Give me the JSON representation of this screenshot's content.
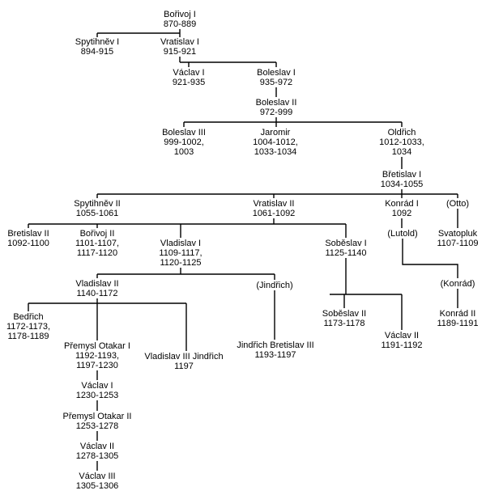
{
  "figure": {
    "type": "family-tree",
    "subject": "Premyslid rulers of Bohemia genealogy",
    "background_color": "#ffffff",
    "line_color": "#000000",
    "text_color": "#000000"
  },
  "nodes": {
    "borivoj_i": {
      "name": "Bořivoj I",
      "years": "870-889"
    },
    "spytihnev_i": {
      "name": "Spytihněv I",
      "years": "894-915"
    },
    "vratislav_i": {
      "name": "Vratislav I",
      "years": "915-921"
    },
    "vaclav_i": {
      "name": "Václav I",
      "years": "921-935"
    },
    "boleslav_i": {
      "name": "Boleslav I",
      "years": "935-972"
    },
    "boleslav_ii": {
      "name": "Boleslav II",
      "years": "972-999"
    },
    "boleslav_iii": {
      "name": "Boleslav III",
      "years": "999-1002,",
      "years2": "1003"
    },
    "jaromir": {
      "name": "Jaromir",
      "years": "1004-1012,",
      "years2": "1033-1034"
    },
    "oldrich": {
      "name": "Oldřich",
      "years": "1012-1033,",
      "years2": "1034"
    },
    "bretislav_i": {
      "name": "Břetislav I",
      "years": "1034-1055"
    },
    "spytihnev_ii": {
      "name": "Spytihněv II",
      "years": "1055-1061"
    },
    "vratislav_ii": {
      "name": "Vratislav II",
      "years": "1061-1092"
    },
    "konrad_i": {
      "name": "Konrád I",
      "years": "1092"
    },
    "otto": {
      "name": "(Otto)"
    },
    "bretislav_ii": {
      "name": "Bretislav II",
      "years": "1092-1100"
    },
    "borivoj_ii": {
      "name": "Bořivoj II",
      "years": "1101-1107,",
      "years2": "1117-1120"
    },
    "vladislav_i": {
      "name": "Vladislav I",
      "years": "1109-1117,",
      "years2": "1120-1125"
    },
    "sobeslav_i": {
      "name": "Soběslav I",
      "years": "1125-1140"
    },
    "lutold": {
      "name": "(Lutold)"
    },
    "svatopluk": {
      "name": "Svatopluk",
      "years": "1107-1109"
    },
    "vladislav_ii": {
      "name": "Vladislav II",
      "years": "1140-1172"
    },
    "jindrich": {
      "name": "(Jindřich)"
    },
    "konrad": {
      "name": "(Konrád)"
    },
    "bedrich": {
      "name": "Bedřich",
      "years": "1172-1173,",
      "years2": "1178-1189"
    },
    "sobeslav_ii": {
      "name": "Soběslav II",
      "years": "1173-1178"
    },
    "konrad_ii": {
      "name": "Konrád II",
      "years": "1189-1191"
    },
    "vaclav_ii": {
      "name": "Václav II",
      "years": "1191-1192"
    },
    "premysl_otakar_i": {
      "name": "Přemysl Otakar I",
      "years": "1192-1193,",
      "years2": "1197-1230"
    },
    "vladislav_iii_jindrich": {
      "name": "Vladislav III Jindřich",
      "years": "1197"
    },
    "jindrich_bretislav_iii": {
      "name": "Jindřich Bretislav III",
      "years": "1193-1197"
    },
    "vaclav_i_king": {
      "name": "Václav I",
      "years": "1230-1253"
    },
    "premysl_otakar_ii": {
      "name": "Přemysl Otakar II",
      "years": "1253-1278"
    },
    "vaclav_ii_king": {
      "name": "Václav II",
      "years": "1278-1305"
    },
    "vaclav_iii": {
      "name": "Václav III",
      "years": "1305-1306"
    }
  },
  "edges": [
    {
      "parent": "borivoj_i",
      "children": [
        "spytihnev_i",
        "vratislav_i"
      ]
    },
    {
      "parent": "vratislav_i",
      "children": [
        "vaclav_i",
        "boleslav_i"
      ]
    },
    {
      "parent": "boleslav_i",
      "children": [
        "boleslav_ii"
      ]
    },
    {
      "parent": "boleslav_ii",
      "children": [
        "boleslav_iii",
        "jaromir",
        "oldrich"
      ]
    },
    {
      "parent": "oldrich",
      "children": [
        "bretislav_i"
      ]
    },
    {
      "parent": "bretislav_i",
      "children": [
        "spytihnev_ii",
        "vratislav_ii",
        "konrad_i",
        "otto"
      ]
    },
    {
      "parent": "vratislav_ii",
      "children": [
        "bretislav_ii",
        "borivoj_ii",
        "vladislav_i",
        "sobeslav_i"
      ]
    },
    {
      "parent": "konrad_i",
      "children": [
        "lutold"
      ]
    },
    {
      "parent": "otto",
      "children": [
        "svatopluk"
      ]
    },
    {
      "parent": "lutold",
      "children": [
        "konrad"
      ]
    },
    {
      "parent": "vladislav_i",
      "children": [
        "vladislav_ii",
        "jindrich"
      ]
    },
    {
      "parent": "sobeslav_i",
      "children": [
        "sobeslav_ii",
        "vaclav_ii"
      ]
    },
    {
      "parent": "jindrich",
      "children": [
        "jindrich_bretislav_iii"
      ]
    },
    {
      "parent": "konrad",
      "children": [
        "konrad_ii"
      ]
    },
    {
      "parent": "vladislav_ii",
      "children": [
        "bedrich",
        "premysl_otakar_i",
        "vladislav_iii_jindrich"
      ]
    },
    {
      "parent": "premysl_otakar_i",
      "children": [
        "vaclav_i_king"
      ]
    },
    {
      "parent": "vaclav_i_king",
      "children": [
        "premysl_otakar_ii"
      ]
    },
    {
      "parent": "premysl_otakar_ii",
      "children": [
        "vaclav_ii_king"
      ]
    },
    {
      "parent": "vaclav_ii_king",
      "children": [
        "vaclav_iii"
      ]
    }
  ]
}
